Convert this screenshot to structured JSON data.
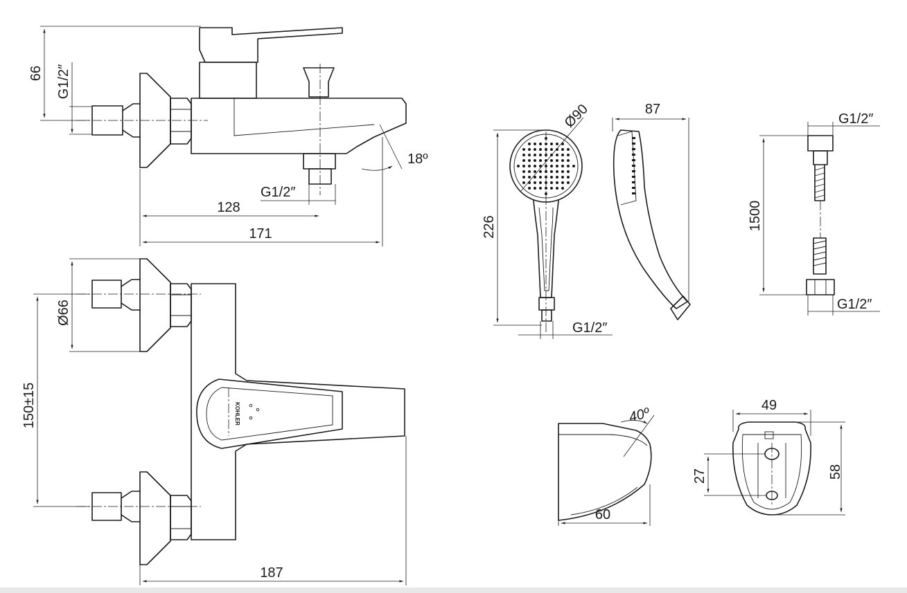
{
  "labels": {
    "side_height": "66",
    "side_inlet_thread": "G1/2″",
    "spout_angle": "18º",
    "outlet_thread": "G1/2″",
    "outlet_distance": "128",
    "overall_depth": "171",
    "flange_diameter": "Ø66",
    "centers": "150±15",
    "overall_width": "187",
    "brand_logo": "KOHLER",
    "head_diameter": "Ø90",
    "handshower_length": "226",
    "handshower_thread": "G1/2″",
    "handshower_depth": "87",
    "hose_top_thread": "G1/2″",
    "hose_length": "1500",
    "hose_bottom_thread": "G1/2″",
    "holder_angle": "40º",
    "holder_depth": "60",
    "holder_width": "49",
    "holder_hole_spacing": "27",
    "holder_height": "58"
  },
  "colors": {
    "line": "#1a1a1a",
    "background": "#ffffff"
  }
}
